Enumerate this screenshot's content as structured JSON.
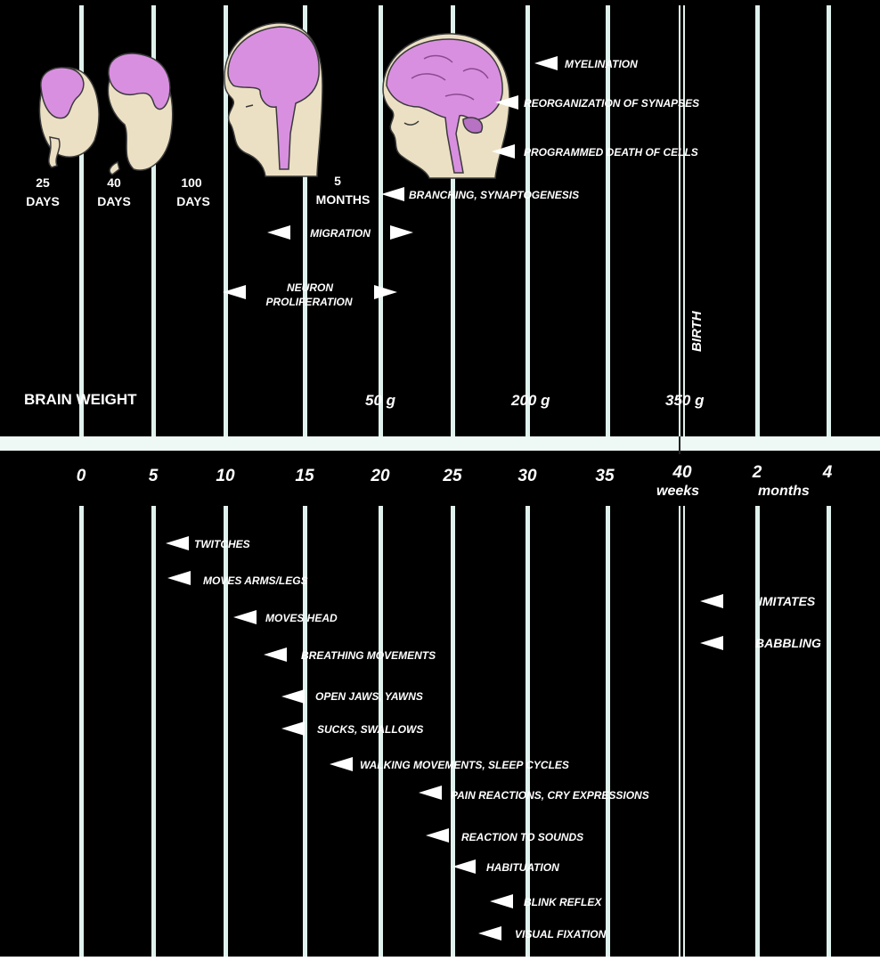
{
  "colors": {
    "background": "#000000",
    "line": "#dff1ec",
    "band": "#eef8f5",
    "text": "#ffffff",
    "skin": "#ece0c4",
    "brain": "#d98fe0",
    "outline": "#3a3a3a"
  },
  "embryos": [
    {
      "line1": "25",
      "line2": "DAYS",
      "icon": "embryo-25-days-illustration"
    },
    {
      "line1": "40",
      "line2": "DAYS",
      "icon": "embryo-40-days-illustration"
    },
    {
      "line1": "100",
      "line2": "DAYS",
      "icon": "fetus-100-days-illustration"
    },
    {
      "line1": "5",
      "line2": "MONTHS",
      "icon": "fetus-5-months-illustration"
    }
  ],
  "brain_processes": [
    {
      "label": "MYELINATION"
    },
    {
      "label": "REORGANIZATION OF SYNAPSES"
    },
    {
      "label": "PROGRAMMED DEATH OF CELLS"
    },
    {
      "label": "BRANCHING, SYNAPTOGENESIS"
    },
    {
      "label": "MIGRATION"
    },
    {
      "line1": "NEURON",
      "line2": "PROLIFERATION"
    }
  ],
  "birth_label": "BIRTH",
  "brain_weight": {
    "label": "BRAIN WEIGHT",
    "values": [
      "50 g",
      "200 g",
      "350 g"
    ]
  },
  "axis": {
    "weeks_ticks": [
      "0",
      "5",
      "10",
      "15",
      "20",
      "25",
      "30",
      "35",
      "40"
    ],
    "weeks_unit": "weeks",
    "months_ticks": [
      "2",
      "4"
    ],
    "months_unit": "months"
  },
  "behaviors": [
    {
      "label": "TWITCHES"
    },
    {
      "label": "MOVES ARMS/LEGS"
    },
    {
      "label": "MOVES HEAD"
    },
    {
      "label": "BREATHING MOVEMENTS"
    },
    {
      "label": "OPEN JAWS, YAWNS"
    },
    {
      "label": "SUCKS, SWALLOWS"
    },
    {
      "label": "WALKING MOVEMENTS, SLEEP CYCLES"
    },
    {
      "label": "PAIN REACTIONS, CRY EXPRESSIONS"
    },
    {
      "label": "REACTION TO SOUNDS"
    },
    {
      "label": "HABITUATION"
    },
    {
      "label": "BLINK REFLEX"
    },
    {
      "label": "VISUAL FIXATION"
    },
    {
      "label": "IMITATES"
    },
    {
      "label": "BABBLING"
    }
  ]
}
